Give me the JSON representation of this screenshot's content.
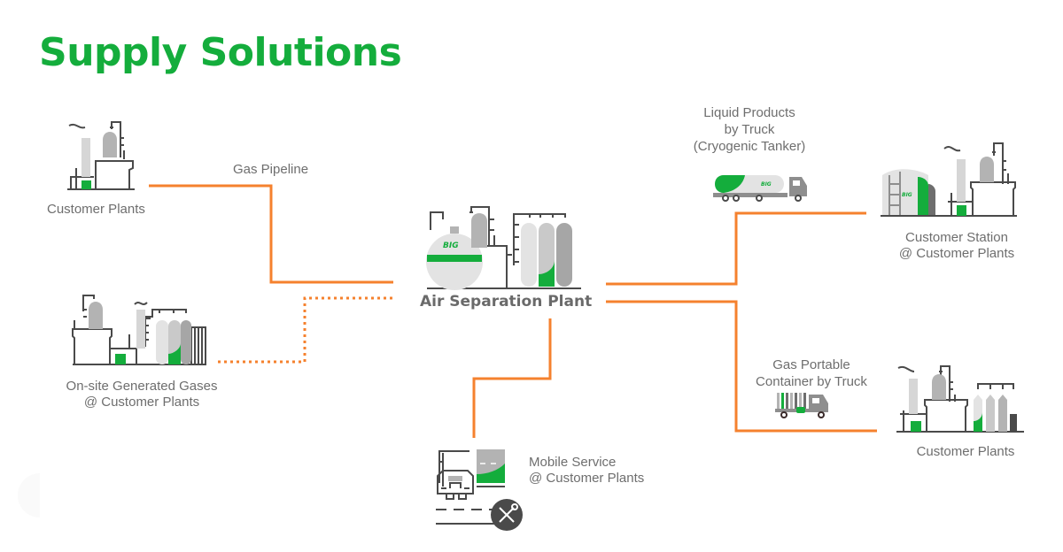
{
  "title": "Supply Solutions",
  "colors": {
    "brand_green": "#14ad3c",
    "connector_orange": "#f5812e",
    "icon_gray": "#4a4a4a",
    "fill_light": "#e3e3e3",
    "fill_mid": "#b8b8b8"
  },
  "center": {
    "label": "Air Separation Plant",
    "icon": "air-separation-plant-icon"
  },
  "nodes": {
    "customer_plants_top": {
      "label": "Customer Plants",
      "icon": "factory-icon"
    },
    "onsite": {
      "line1": "On-site Generated Gases",
      "line2": "@ Customer Plants",
      "icon": "onsite-generator-icon"
    },
    "customer_station": {
      "line1": "Customer Station",
      "line2": "@ Customer Plants",
      "icon": "storage-tank-factory-icon"
    },
    "customer_plants_bottom": {
      "label": "Customer Plants",
      "icon": "factory-cylinders-icon"
    },
    "mobile_service": {
      "line1": "Mobile Service",
      "line2": "@ Customer Plants",
      "icon": "mobile-service-truck-icon"
    }
  },
  "connectors": {
    "gas_pipeline": {
      "label": "Gas Pipeline",
      "style": "solid"
    },
    "onsite_link": {
      "style": "dotted"
    },
    "liquid_truck": {
      "line1": "Liquid Products",
      "line2": "by Truck",
      "line3": "(Cryogenic Tanker)",
      "icon": "cryogenic-tanker-truck-icon",
      "style": "solid"
    },
    "gas_container_truck": {
      "line1": "Gas Portable",
      "line2": "Container by Truck",
      "icon": "cylinder-truck-icon",
      "style": "solid"
    },
    "mobile_link": {
      "style": "solid"
    }
  },
  "brand_mark": "BIG"
}
